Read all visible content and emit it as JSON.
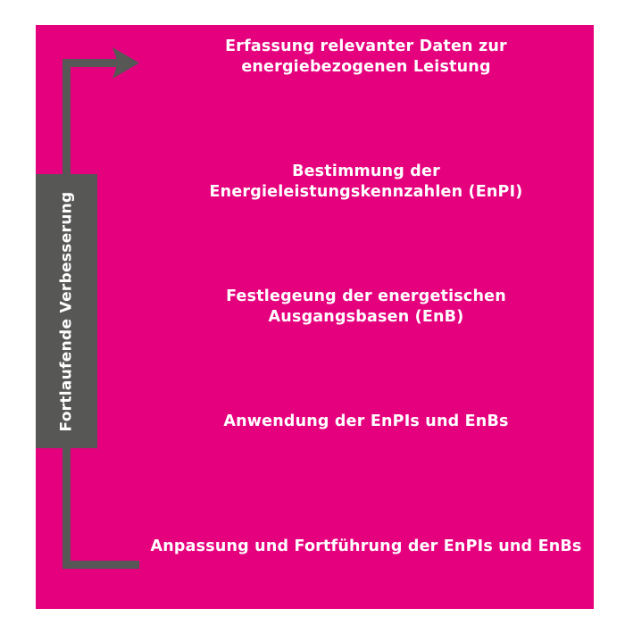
{
  "diagram": {
    "type": "process-cycle",
    "colors": {
      "panel_background": "#e5007e",
      "accent_gray": "#575756",
      "text": "#ffffff",
      "page_background": "#ffffff"
    },
    "cycle_label": "Fortlaufende Verbesserung",
    "arrow": {
      "name": "continuous-improvement-arrow",
      "direction": "upward-then-right",
      "color": "#575756"
    },
    "steps": [
      {
        "index": 1,
        "lines": [
          "Erfassung relevanter Daten zur",
          "energiebezogenen Leistung"
        ],
        "text": "Erfassung relevanter Daten zur energiebezogenen Leistung"
      },
      {
        "index": 2,
        "lines": [
          "Bestimmung der",
          "Energieleistungskennzahlen (EnPI)"
        ],
        "text": "Bestimmung der Energieleistungskennzahlen (EnPI)"
      },
      {
        "index": 3,
        "lines": [
          "Festlegeung der energetischen",
          "Ausgangsbasen (EnB)"
        ],
        "text": "Festlegeung der energetischen Ausgangsbasen (EnB)"
      },
      {
        "index": 4,
        "lines": [
          "Anwendung der EnPIs und EnBs"
        ],
        "text": "Anwendung der EnPIs und EnBs"
      },
      {
        "index": 5,
        "lines": [
          "Anpassung und Fortführung der EnPIs und EnBs"
        ],
        "text": "Anpassung und Fortführung der EnPIs und EnBs"
      }
    ]
  }
}
